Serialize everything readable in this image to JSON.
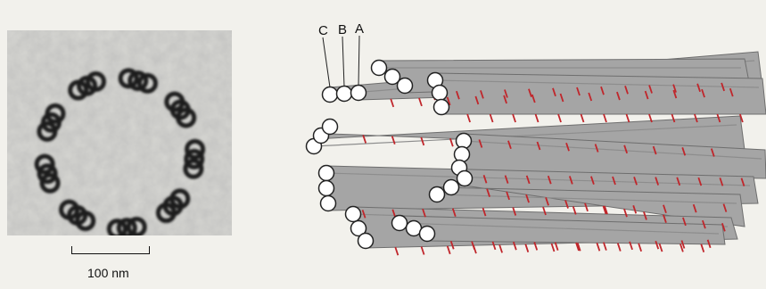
{
  "scale_bar": {
    "label": "100 nm"
  },
  "diagram": {
    "labels": [
      {
        "id": "c",
        "text": "C"
      },
      {
        "id": "b",
        "text": "B"
      },
      {
        "id": "a",
        "text": "A"
      }
    ]
  },
  "colors": {
    "background": "#f2f1ec",
    "micrograph_bg": "#d8d8d4",
    "ring": "#1c1c1c",
    "fiber": "#a5a5a5",
    "fiber_dark": "#8d8d8d",
    "tubule": "#ffffff",
    "link": "#c0262b"
  }
}
